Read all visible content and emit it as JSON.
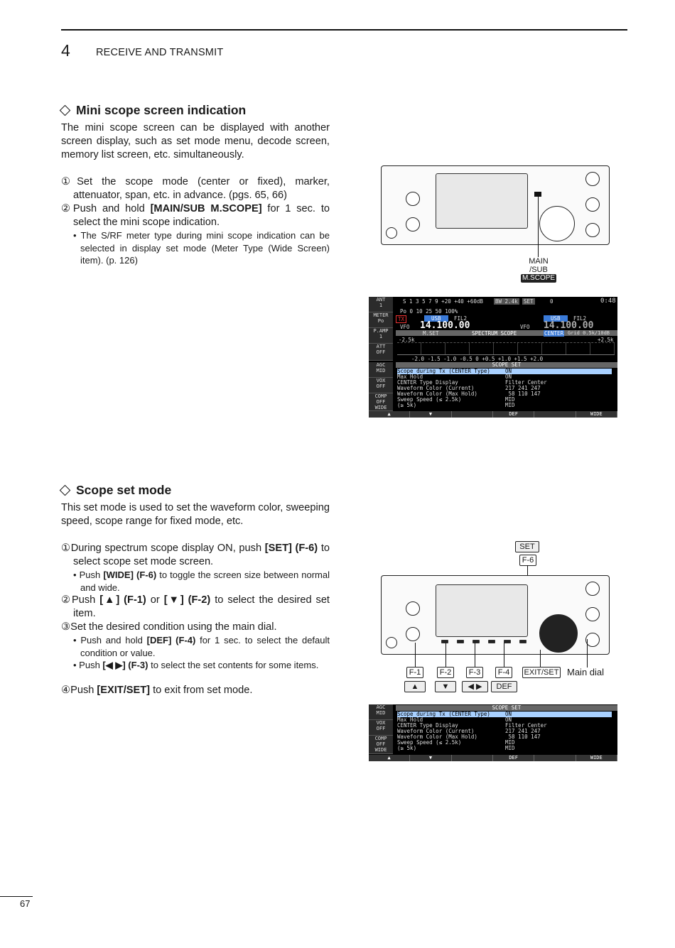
{
  "header": {
    "chapter_number": "4",
    "chapter_title": "RECEIVE AND TRANSMIT"
  },
  "section1": {
    "title": "Mini scope screen indication",
    "intro": "The mini scope screen can be displayed with another screen display, such as set mode menu, decode screen, memory list screen, etc. simultaneously.",
    "step1": "Set the scope mode (center or fixed), marker, attenuator, span, etc. in advance. (pgs. 65, 66)",
    "step2_pre": "Push and hold ",
    "step2_key": "[MAIN/SUB M.SCOPE]",
    "step2_post": " for 1 sec. to select the mini scope indication.",
    "bullet1": "The S/RF meter type during mini scope indication can be selected in display set mode (Meter Type (Wide Screen) item). (p. 126)",
    "callout_line1": "MAIN",
    "callout_line2": "/SUB",
    "callout_line3": "M.SCOPE"
  },
  "section2": {
    "title": "Scope set mode",
    "intro": "This set mode is used to set the waveform color, sweeping speed, scope range for fixed mode, etc.",
    "step1_pre": "During spectrum scope display ON, push ",
    "step1_key": "[SET] (F-6)",
    "step1_post": " to select scope set mode screen.",
    "bullet1_pre": "Push ",
    "bullet1_key": "[WIDE] (F-6)",
    "bullet1_post": " to toggle the screen size between normal and wide.",
    "step2_pre": "Push ",
    "step2_key1": "[▲] (F-1)",
    "step2_mid": " or ",
    "step2_key2": "[▼] (F-2)",
    "step2_post": " to select the desired set item.",
    "step3": "Set the desired condition using the main dial.",
    "bullet2_pre": "Push and hold ",
    "bullet2_key": "[DEF] (F-4)",
    "bullet2_post": " for 1 sec. to select the default condition or value.",
    "bullet3_pre": "Push ",
    "bullet3_key": "[◀ ▶] (F-3)",
    "bullet3_post": " to select the set contents for some items.",
    "step4_pre": "Push ",
    "step4_key": "[EXIT/SET]",
    "step4_post": " to exit from set mode.",
    "labels": {
      "set": "SET",
      "f6": "F-6",
      "f1": "F-1",
      "f2": "F-2",
      "f3": "F-3",
      "f4": "F-4",
      "exitset": "EXIT/SET",
      "main_dial": "Main dial",
      "up": "▲",
      "down": "▼",
      "lr": "◀ ▶",
      "def": "DEF"
    }
  },
  "screen1": {
    "side": [
      "ANT\n1",
      "METER\nPo",
      "P.AMP\n1",
      "ATT\nOFF",
      "AGC\nMID",
      "VOX\nOFF",
      "COMP\nOFF\nWIDE"
    ],
    "s_scale": "S  1  3  5  7  9 +20 +40 +60dB",
    "po_scale": "Po 0   10  25  50   100%",
    "bw": "BW 2.4k",
    "set": "SET",
    "zero": "0",
    "time": "0:48",
    "tx": "TX",
    "mode_main": "USB",
    "fil_main": "FIL2",
    "vfo_main": "VFO",
    "freq_main": "14.100.00",
    "mode_sub": "USB",
    "fil_sub": "FIL2",
    "vfo_sub": "VFO",
    "freq_sub": "14.100.00",
    "mset": "M.SET",
    "scope_title": "SPECTRUM SCOPE",
    "center": "CENTER",
    "grid": "Grid 0.5k/10dB",
    "span_left": "-2.5k",
    "span_right": "+2.5k",
    "axis": "-2.0  -1.5  -1.0  -0.5   0   +0.5  +1.0  +1.5  +2.0"
  },
  "scopeset": {
    "title": "SCOPE SET",
    "rows": [
      {
        "item": "Scope during Tx (CENTER Type)",
        "value": "ON"
      },
      {
        "item": "Max Hold",
        "value": "ON"
      },
      {
        "item": "CENTER Type Display",
        "value": "Filter Center"
      },
      {
        "item": "Waveform Color (Current)",
        "value": "217  241  247"
      },
      {
        "item": "Waveform Color (Max Hold)",
        "value": " 58  110  147"
      },
      {
        "item": "Sweep Speed (≤ 2.5k)",
        "value": "MID"
      },
      {
        "item": "            (≥ 5k)",
        "value": "MID"
      }
    ],
    "fkeys": [
      "▲",
      "▼",
      "",
      "DEF",
      "",
      "WIDE"
    ]
  },
  "footer": {
    "page_number": "67"
  }
}
